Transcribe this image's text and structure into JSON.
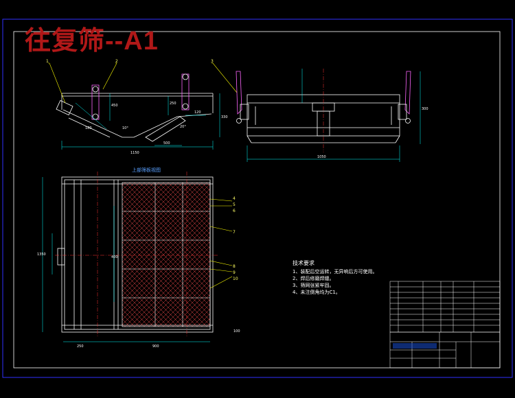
{
  "title": "往复筛--A1",
  "view_label": "上部筛板视图",
  "notes": {
    "heading": "技术要求",
    "items": [
      "1、装配后空运转，无异响后方可使用。",
      "2、焊后修磨焊缝。",
      "3、筛网张紧牢固。",
      "4、未注倒角均为C1。"
    ]
  },
  "dims": {
    "top_width": "1150",
    "side_width": "1050",
    "plan_width": "900",
    "plan_left": "250",
    "plan_height": "1350",
    "plan_mid": "400",
    "plan_right": "100",
    "h1": "330",
    "h2": "450",
    "h3": "250",
    "h4": "300",
    "h5": "120",
    "a1": "500",
    "a2": "10°",
    "a3": "20°",
    "s1": "180"
  },
  "callouts": [
    "1",
    "2",
    "3",
    "4",
    "5",
    "6",
    "7",
    "8",
    "9",
    "10"
  ],
  "colors": {
    "frame": "#3030ff",
    "outline": "#ffffff",
    "dimension": "#00ffff",
    "callout": "#ffff00",
    "center": "#ff3030",
    "mesh": "#ff5050",
    "part": "#ff00ff",
    "title_text": "#b01818"
  }
}
